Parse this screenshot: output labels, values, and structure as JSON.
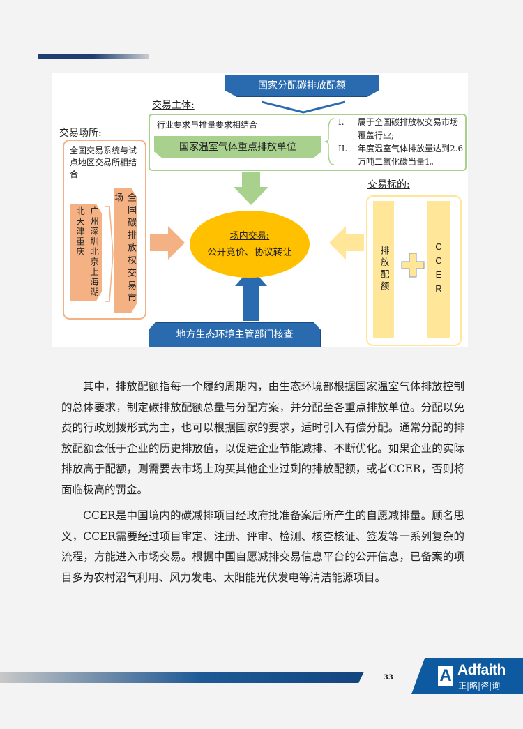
{
  "diagram": {
    "top_banner": "国家分配碳排放配额",
    "subject_title": "交易主体:",
    "subject_note": "行业要求与排量要求相结合",
    "subject_banner": "国家温室气体重点排放单位",
    "criteria": [
      {
        "num": "I.",
        "text": "属于全国碳排放权交易市场覆盖行业;"
      },
      {
        "num": "II.",
        "text": "年度温室气体排放量达到2.6万吨二氧化碳当量1。"
      }
    ],
    "venue_title": "交易场所:",
    "venue_note": "全国交易系统与试点地区交易所相结合",
    "pilot_cities": "广州深圳北京上海湖北天津重庆",
    "national_market": "全国碳排放权交易市场",
    "center_title": "场内交易:",
    "center_text": "公开竞价、协议转让",
    "object_title": "交易标的:",
    "object_a": "排放配额",
    "object_b": "CCER",
    "bottom_banner": "地方生态环境主管部门核查"
  },
  "paragraphs": [
    "其中，排放配额指每一个履约周期内，由生态环境部根据国家温室气体排放控制的总体要求，制定碳排放配额总量与分配方案，并分配至各重点排放单位。分配以免费的行政划拨形式为主，也可以根据国家的要求，适时引入有偿分配。通常分配的排放配额会低于企业的历史排放值，以促进企业节能减排、不断优化。如果企业的实际排放高于配额，则需要去市场上购买其他企业过剩的排放配额，或者CCER，否则将面临极高的罚金。",
    "CCER是中国境内的碳减排项目经政府批准备案后所产生的自愿减排量。顾名思义，CCER需要经过项目审定、注册、评审、检测、核查核证、签发等一系列复杂的流程，方能进入市场交易。根据中国自愿减排交易信息平台的公开信息，已备案的项目多为农村沼气利用、风力发电、太阳能光伏发电等清洁能源项目。"
  ],
  "footer": {
    "page_number": "33",
    "logo_en": "Adfaith",
    "logo_cn": "正|略|咨|询"
  }
}
